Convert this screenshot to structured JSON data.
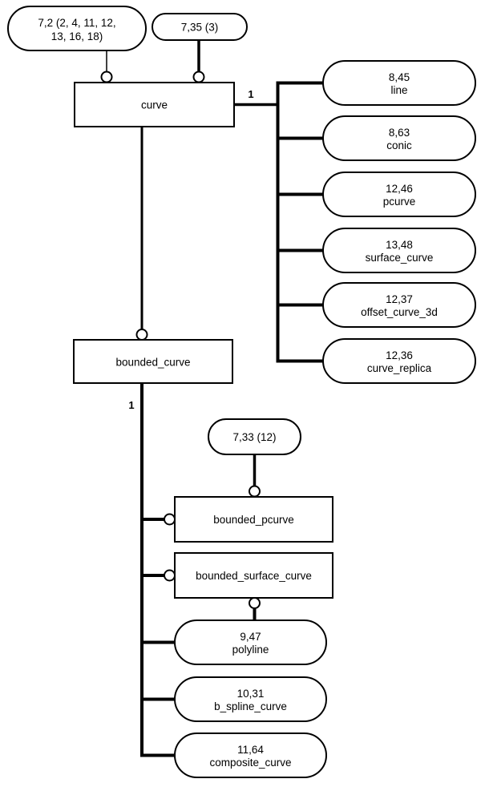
{
  "diagram": {
    "kind": "express-g-entity-inheritance",
    "colors": {
      "line": "#000000",
      "fill": "#ffffff",
      "text": "#000000",
      "background": "#ffffff"
    },
    "page_refs": {
      "top_left": {
        "lines": [
          "7,2 (2, 4, 11, 12,",
          "13, 16, 18)"
        ]
      },
      "top": {
        "label": "7,35 (3)"
      },
      "mid": {
        "label": "7,33 (12)"
      }
    },
    "entities": {
      "curve": {
        "label": "curve"
      },
      "bounded_curve": {
        "label": "bounded_curve"
      },
      "bounded_pcurve": {
        "label": "bounded_pcurve"
      },
      "bounded_surface_curve": {
        "label": "bounded_surface_curve"
      }
    },
    "curve_subtypes": [
      {
        "ref": "8,45",
        "name": "line"
      },
      {
        "ref": "8,63",
        "name": "conic"
      },
      {
        "ref": "12,46",
        "name": "pcurve"
      },
      {
        "ref": "13,48",
        "name": "surface_curve"
      },
      {
        "ref": "12,37",
        "name": "offset_curve_3d"
      },
      {
        "ref": "12,36",
        "name": "curve_replica"
      }
    ],
    "bounded_curve_subtypes": [
      {
        "ref": "9,47",
        "name": "polyline"
      },
      {
        "ref": "10,31",
        "name": "b_spline_curve"
      },
      {
        "ref": "11,64",
        "name": "composite_curve"
      }
    ],
    "cardinality": {
      "curve_branch": "1",
      "bounded_branch": "1"
    }
  }
}
